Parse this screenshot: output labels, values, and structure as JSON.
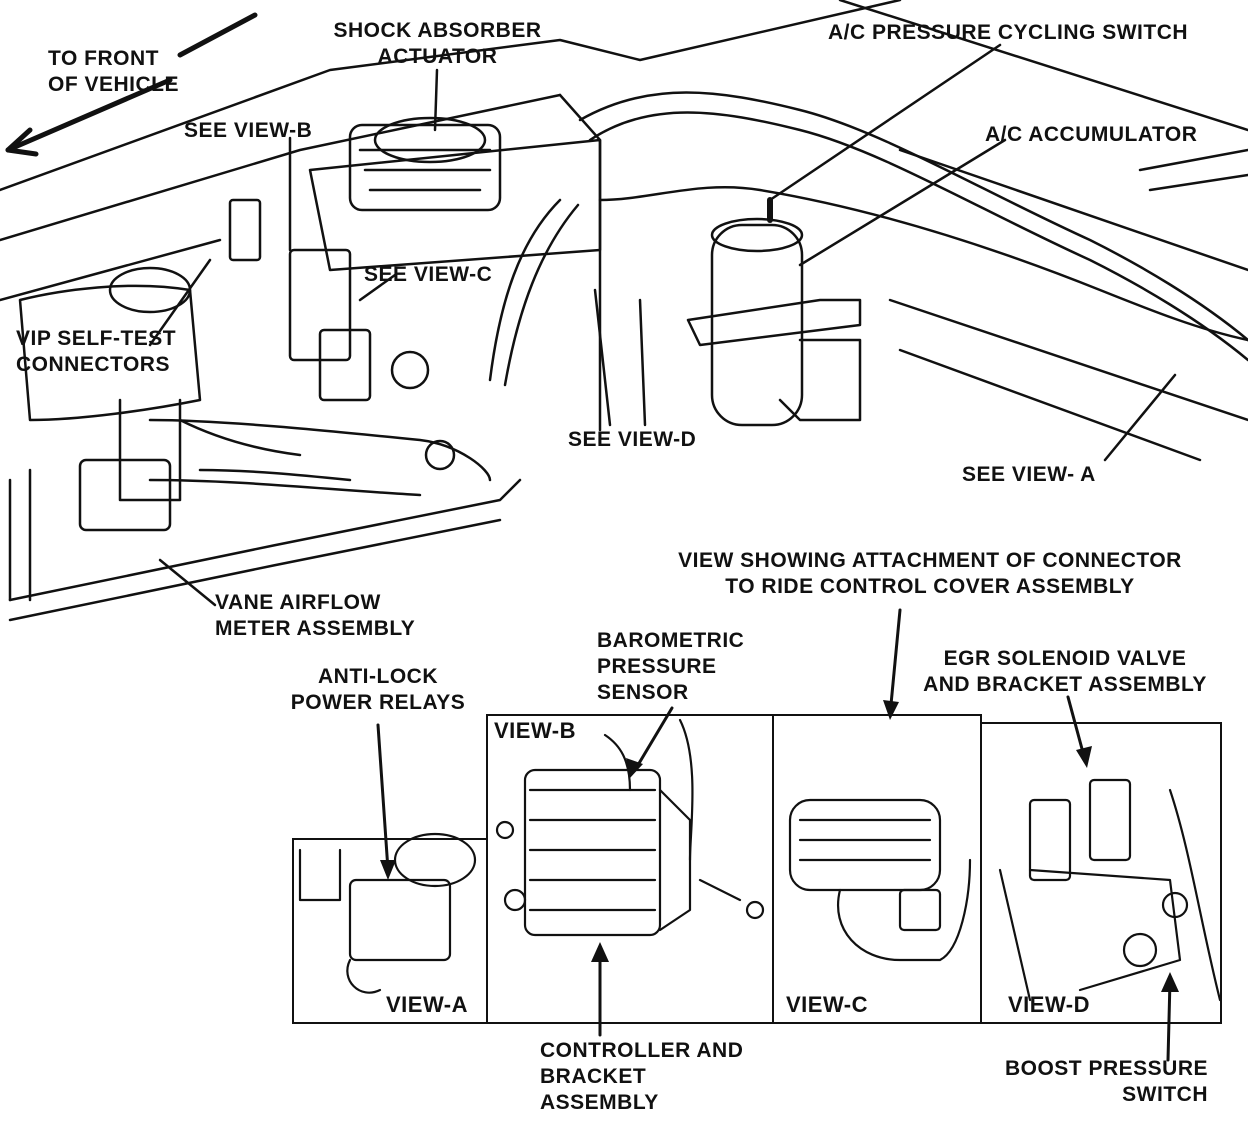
{
  "main_view": {
    "front_label": [
      "TO FRONT",
      "OF VEHICLE"
    ],
    "shock_absorber": [
      "SHOCK ABSORBER",
      "ACTUATOR"
    ],
    "ac_cycling_switch": "A/C PRESSURE CYCLING SWITCH",
    "ac_accumulator": "A/C ACCUMULATOR",
    "see_view_b": "SEE VIEW-B",
    "see_view_c": "SEE VIEW-C",
    "see_view_d": "SEE VIEW-D",
    "see_view_a": "SEE VIEW- A",
    "vip_connectors": [
      "VIP SELF-TEST",
      "CONNECTORS"
    ],
    "vane_airflow": [
      "VANE AIRFLOW",
      "METER ASSEMBLY"
    ]
  },
  "callouts": {
    "view_attachment": [
      "VIEW SHOWING ATTACHMENT OF CONNECTOR",
      "TO RIDE CONTROL COVER ASSEMBLY"
    ],
    "anti_lock": [
      "ANTI-LOCK",
      "POWER RELAYS"
    ],
    "barometric": [
      "BAROMETRIC",
      "PRESSURE",
      "SENSOR"
    ],
    "egr": [
      "EGR SOLENOID VALVE",
      "AND BRACKET ASSEMBLY"
    ],
    "controller": [
      "CONTROLLER AND",
      "BRACKET",
      "ASSEMBLY"
    ],
    "boost": [
      "BOOST PRESSURE",
      "SWITCH"
    ]
  },
  "insets": {
    "view_a": "VIEW-A",
    "view_b": "VIEW-B",
    "view_c": "VIEW-C",
    "view_d": "VIEW-D"
  }
}
